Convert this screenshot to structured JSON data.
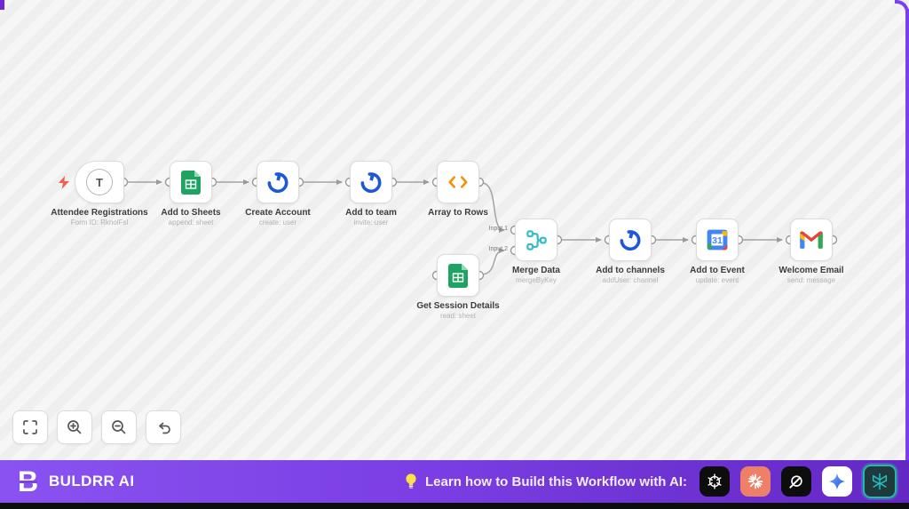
{
  "canvas": {
    "nodes": [
      {
        "title": "Attendee Registrations",
        "subtitle": "Form ID: RknolFsl",
        "icon": "form-trigger-icon",
        "trigger_letter": "T"
      },
      {
        "title": "Add to Sheets",
        "subtitle": "append: sheet",
        "icon": "google-sheets-icon"
      },
      {
        "title": "Create Account",
        "subtitle": "create: user",
        "icon": "mattermost-icon"
      },
      {
        "title": "Add to team",
        "subtitle": "invite: user",
        "icon": "mattermost-icon"
      },
      {
        "title": "Array to Rows",
        "subtitle": "",
        "icon": "code-brackets-icon"
      },
      {
        "title": "Get Session Details",
        "subtitle": "read: sheet",
        "icon": "google-sheets-icon"
      },
      {
        "title": "Merge Data",
        "subtitle": "mergeByKey",
        "icon": "merge-icon"
      },
      {
        "title": "Add to channels",
        "subtitle": "addUser: channel",
        "icon": "mattermost-icon"
      },
      {
        "title": "Add to Event",
        "subtitle": "update: event",
        "icon": "google-calendar-icon"
      },
      {
        "title": "Welcome Email",
        "subtitle": "send: message",
        "icon": "gmail-icon"
      }
    ],
    "merge_inputs": {
      "input1": "Input 1",
      "input2": "Input 2"
    }
  },
  "controls": {
    "items": [
      {
        "icon": "fit-view-icon"
      },
      {
        "icon": "zoom-in-icon"
      },
      {
        "icon": "zoom-out-icon"
      },
      {
        "icon": "undo-icon"
      }
    ]
  },
  "footer": {
    "brand": "BULDRR AI",
    "brand_letter": "B",
    "tip_icon": "lightbulb-icon",
    "tip_text": "Learn how to Build this Workflow with AI:",
    "ai_icons": [
      "chatgpt-icon",
      "claude-icon",
      "grok-icon",
      "gemini-icon",
      "perplexity-icon"
    ]
  },
  "colors": {
    "footer_gradient_start": "#8a53f0",
    "footer_gradient_end": "#6328c4",
    "frame_purple": "#7b3ff0",
    "edge_gray": "#a3a3a3",
    "sheets_green": "#1ea362",
    "mattermost_blue": "#1c58d9",
    "merge_teal": "#35bdc9",
    "code_orange": "#f79009",
    "claude_coral": "#ed8066",
    "perplexity_teal": "#28b7a8",
    "trigger_bolt_red": "#f0604d"
  }
}
